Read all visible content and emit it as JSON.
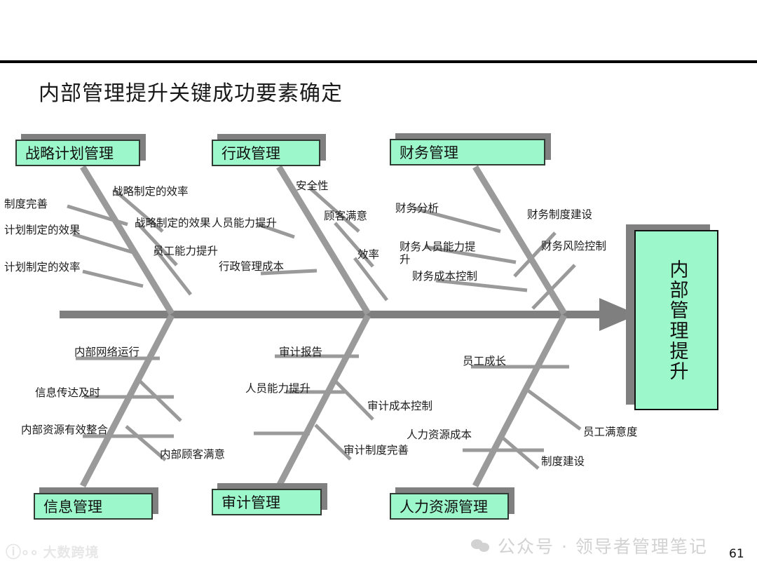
{
  "page": {
    "title": "内部管理提升关键成功要素确定",
    "page_number": "61"
  },
  "result": {
    "label": "内部管理提升"
  },
  "categories": {
    "strategic_planning": "战略计划管理",
    "administration": "行政管理",
    "finance": "财务管理",
    "information": "信息管理",
    "audit": "审计管理",
    "human_resources": "人力资源管理"
  },
  "causes": {
    "strategic_planning": [
      "制度完善",
      "计划制定的效果",
      "计划制定的效率",
      "战略制定的效率",
      "战略制定的效果",
      "员工能力提升"
    ],
    "administration": [
      "人员能力提升",
      "行政管理成本",
      "安全性",
      "顾客满意",
      "效率"
    ],
    "finance": [
      "财务分析",
      "财务人员能力提升",
      "财务成本控制",
      "财务制度建设",
      "财务风险控制"
    ],
    "information": [
      "内部网络运行",
      "信息传达及时",
      "内部资源有效整合",
      "内部顾客满意"
    ],
    "audit": [
      "审计报告",
      "人员能力提升",
      "审计成本控制",
      "审计制度完善"
    ],
    "human_resources": [
      "员工成长",
      "人力资源成本",
      "员工满意度",
      "制度建设"
    ]
  },
  "watermarks": {
    "left_mark": "ⓘ∘∘",
    "left_text": "大数跨境",
    "right_text": "公众号 · 领导者管理笔记"
  },
  "colors": {
    "box_fill": "#9CF8CB",
    "box_border": "#2f3b33",
    "shadow": "#808080",
    "bone": "#8c8c8c",
    "spine": "#7f7f7f",
    "rule": "#000000"
  }
}
